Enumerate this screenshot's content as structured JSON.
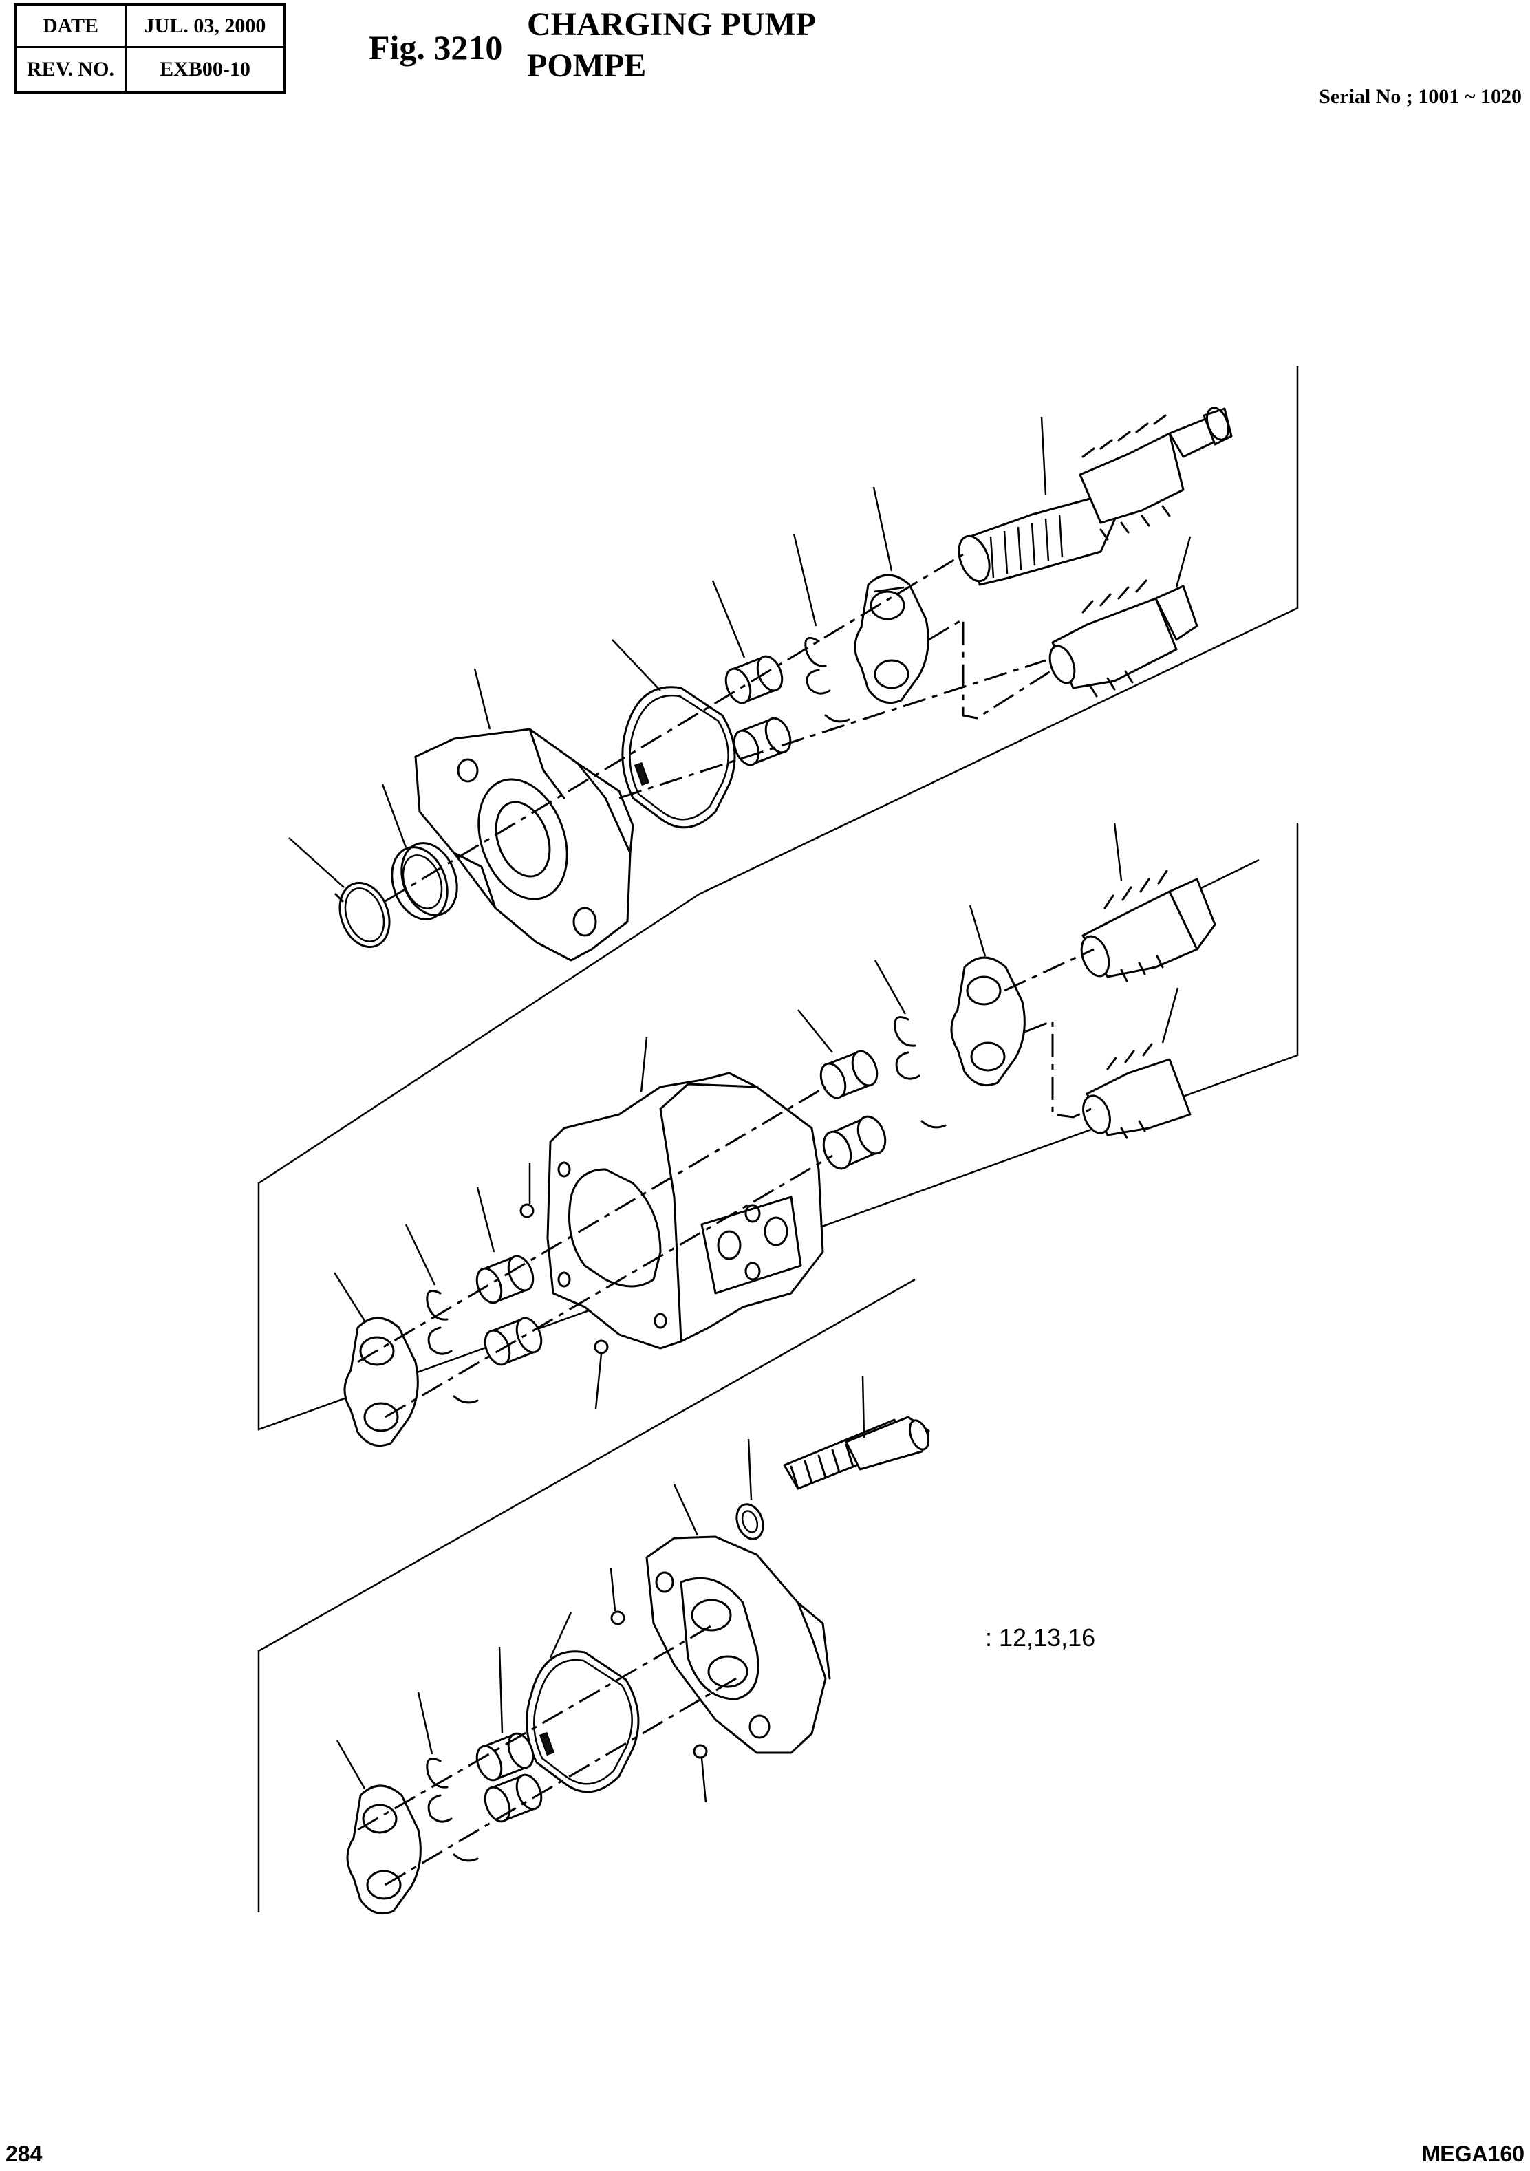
{
  "header": {
    "date_label": "DATE",
    "date_value": "JUL. 03, 2000",
    "rev_label": "REV. NO.",
    "rev_value": "EXB00-10"
  },
  "figure": {
    "number": "Fig. 3210",
    "title_en": "CHARGING PUMP",
    "title_fr": "POMPE",
    "serial": "Serial No ; 1001 ~ 1020"
  },
  "diagram": {
    "note": ":  12,13,16"
  },
  "footer": {
    "page": "284",
    "model": "MEGA160"
  }
}
